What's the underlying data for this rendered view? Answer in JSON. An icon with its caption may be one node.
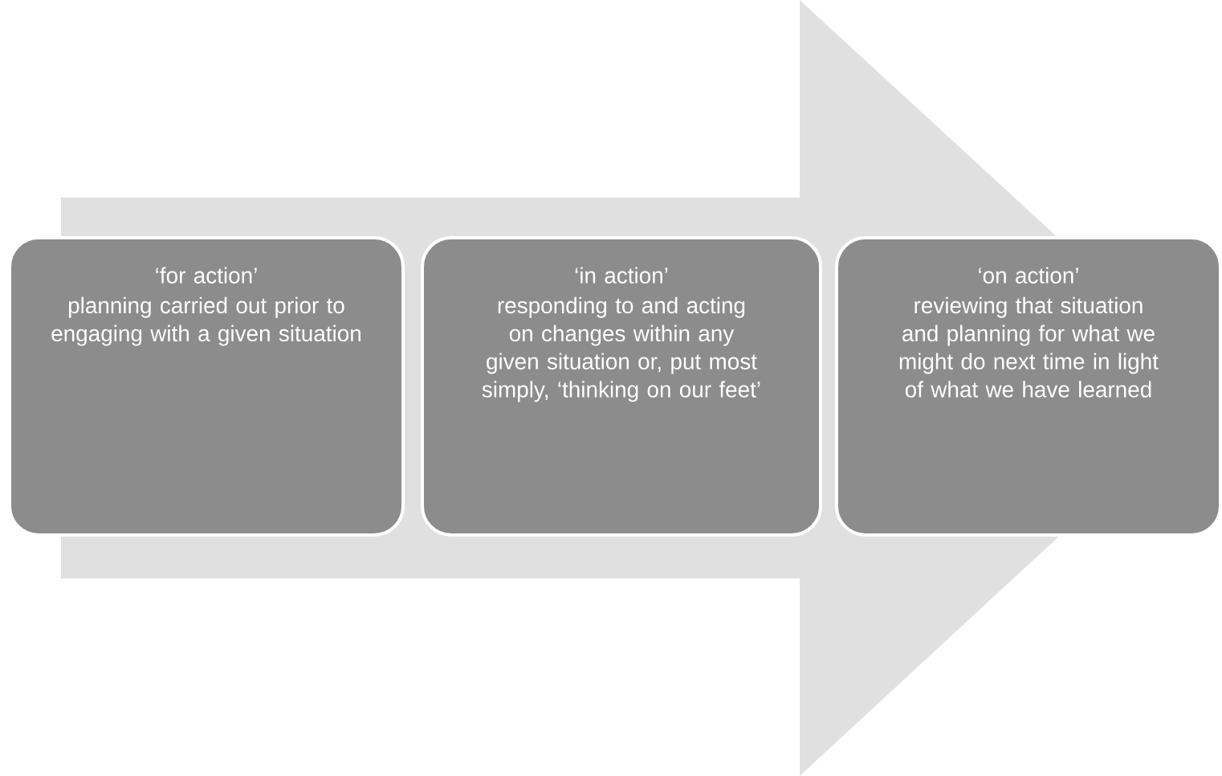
{
  "diagram": {
    "nodes": [
      {
        "text": [
          "‘for action’",
          "planning carried out prior to engaging with a given situation"
        ]
      },
      {
        "text": [
          "‘in action’",
          "responding to and acting on changes within any given situation or, put most simply, ‘thinking on our feet’"
        ]
      },
      {
        "text": [
          "‘on action’",
          "reviewing that situation and planning for what we might do next time in light of what we have learned"
        ]
      }
    ],
    "edges": [
      {
        "from": 0,
        "to": 2,
        "arrow": "to"
      }
    ]
  }
}
